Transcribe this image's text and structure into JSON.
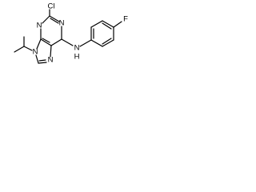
{
  "structure": {
    "atoms": {
      "chlorine": "Cl",
      "purine_n1": "N",
      "purine_n3": "N",
      "purine_n7": "N",
      "purine_n9": "N",
      "amine": "N",
      "amine_h": "H",
      "fluorine": "F"
    }
  }
}
